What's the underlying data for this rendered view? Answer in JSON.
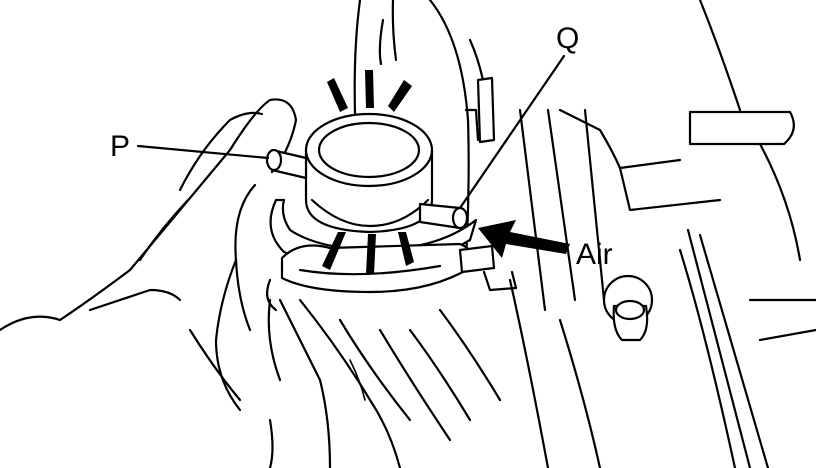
{
  "labels": {
    "p": "P",
    "q": "Q",
    "air": "Air"
  },
  "colors": {
    "ink": "#000000",
    "paper": "#ffffff"
  }
}
